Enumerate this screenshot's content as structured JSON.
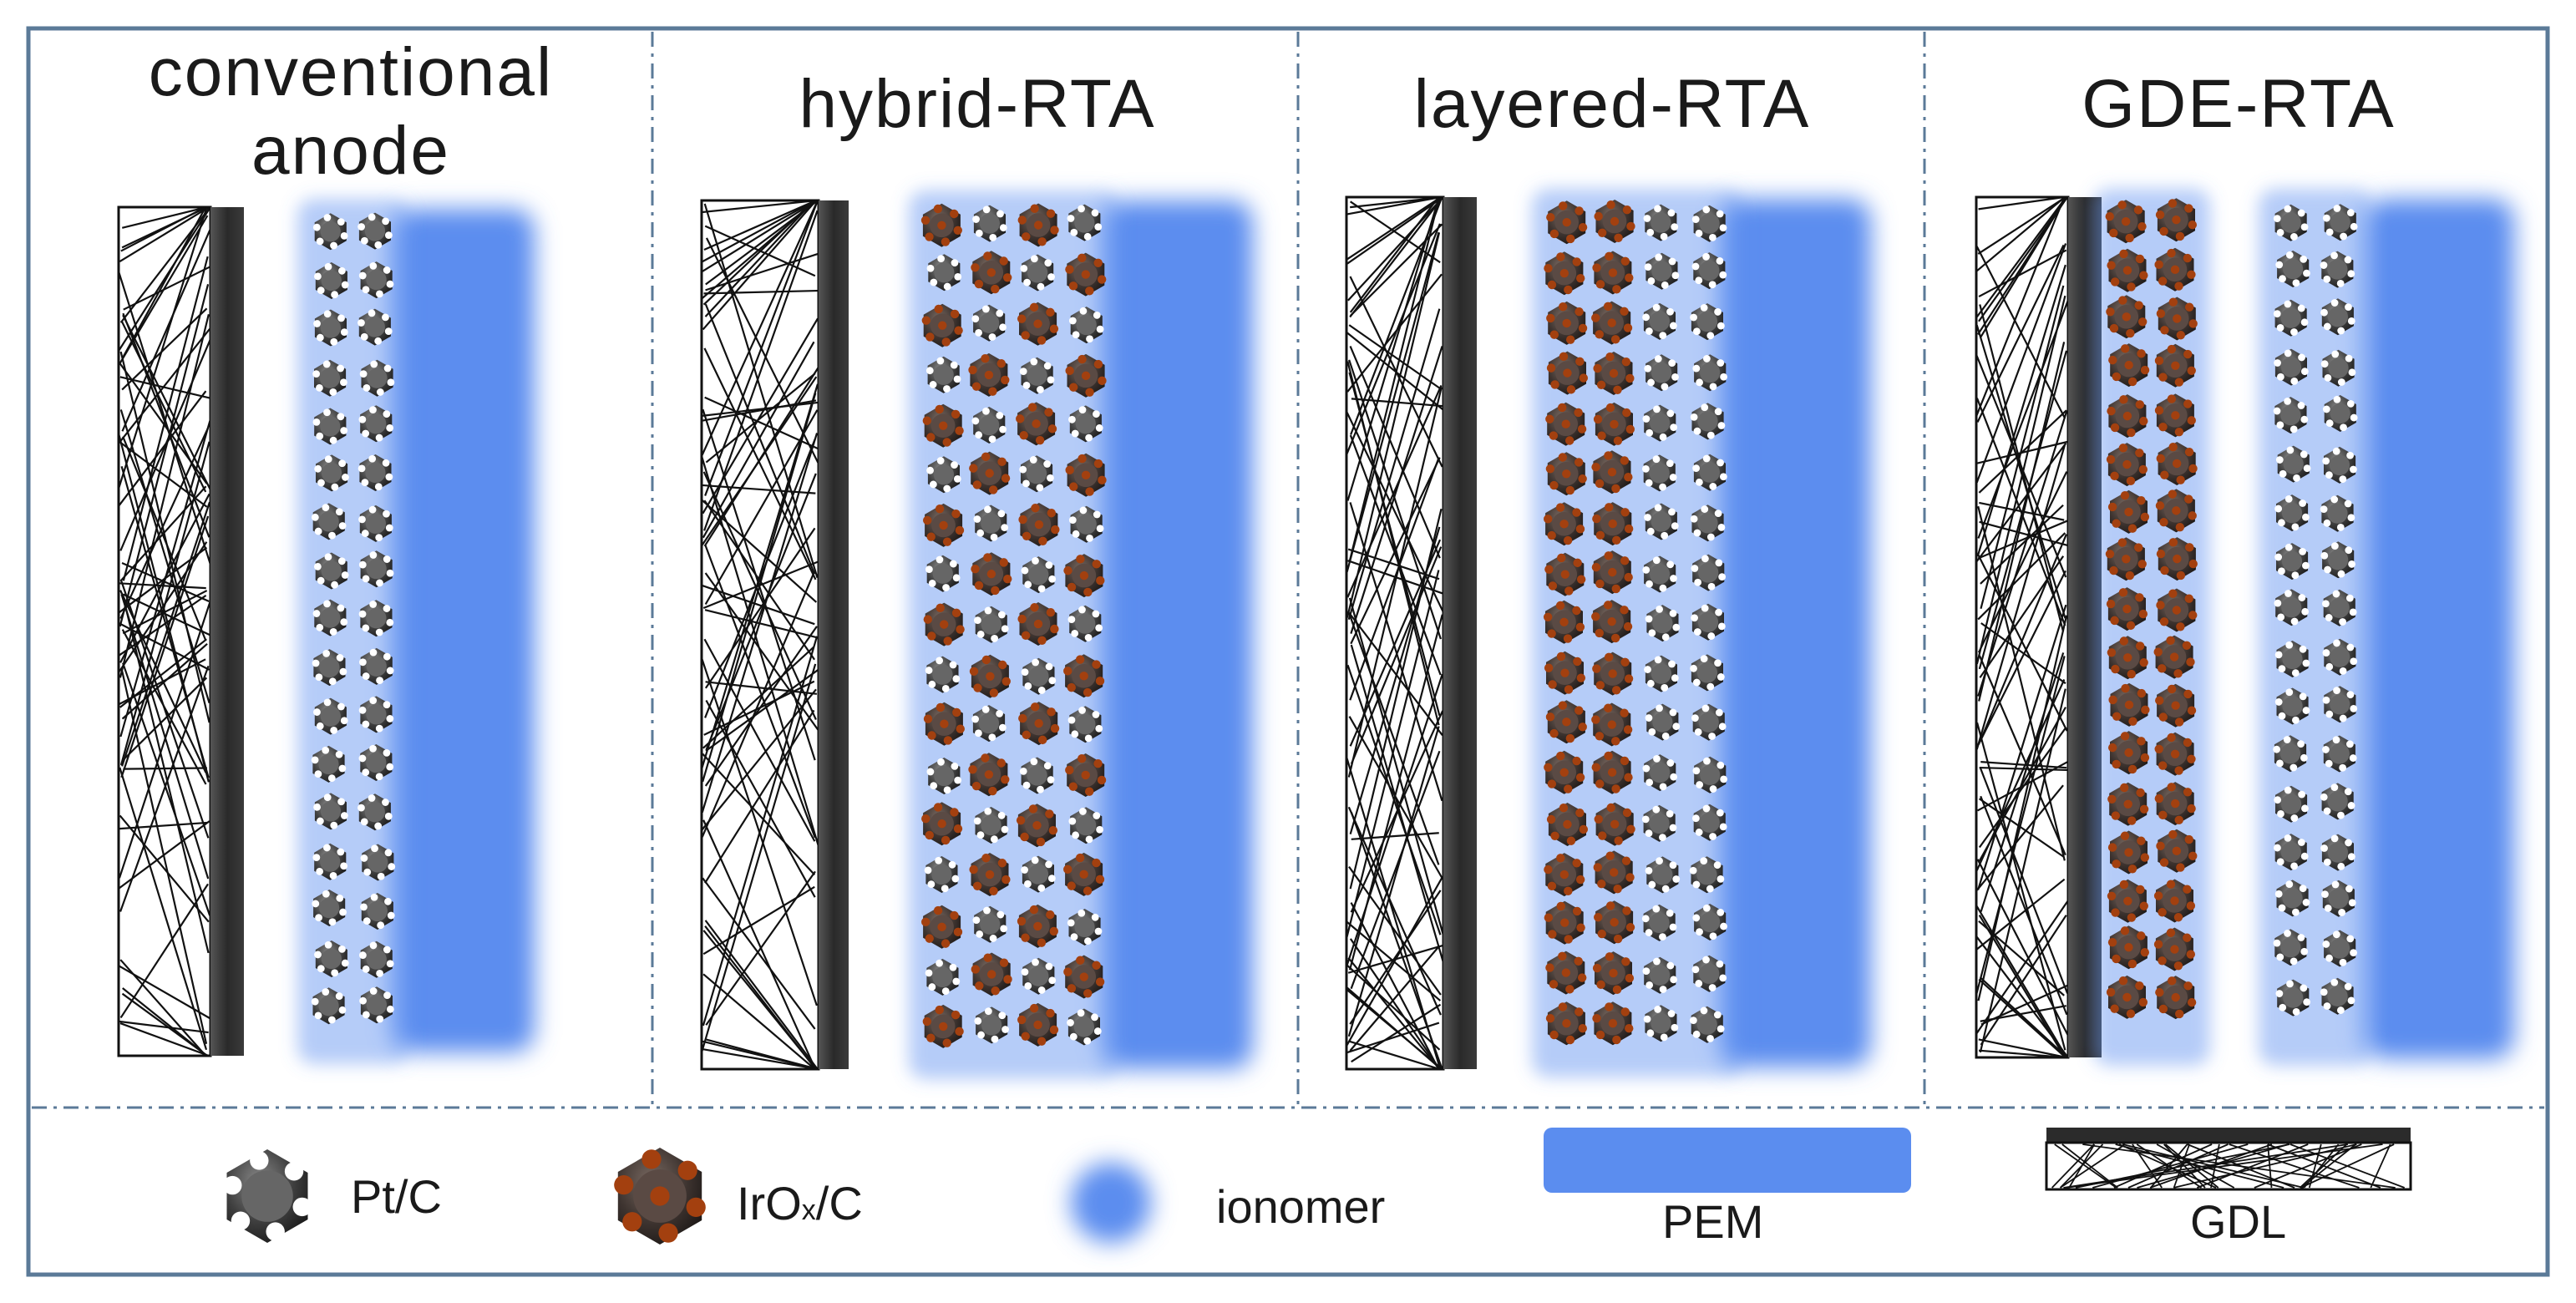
{
  "panels": [
    {
      "title": "conventional anode",
      "layout": "conventional"
    },
    {
      "title": "hybrid-RTA",
      "layout": "hybrid"
    },
    {
      "title": "layered-RTA",
      "layout": "layered"
    },
    {
      "title": "GDE-RTA",
      "layout": "gde"
    }
  ],
  "legend": {
    "ptc": "Pt/C",
    "iroxc_main": "IrO",
    "iroxc_sub": "x",
    "iroxc_tail": "/C",
    "ionomer": "ionomer",
    "pem": "PEM",
    "gdl": "GDL"
  },
  "colors": {
    "frame": "#5b7a98",
    "ionomer_blue": "#5b8def",
    "pem_blue": "#5b8def",
    "iridium_dot": "#a3400f",
    "carbon_dark": "#3d3d3d"
  }
}
